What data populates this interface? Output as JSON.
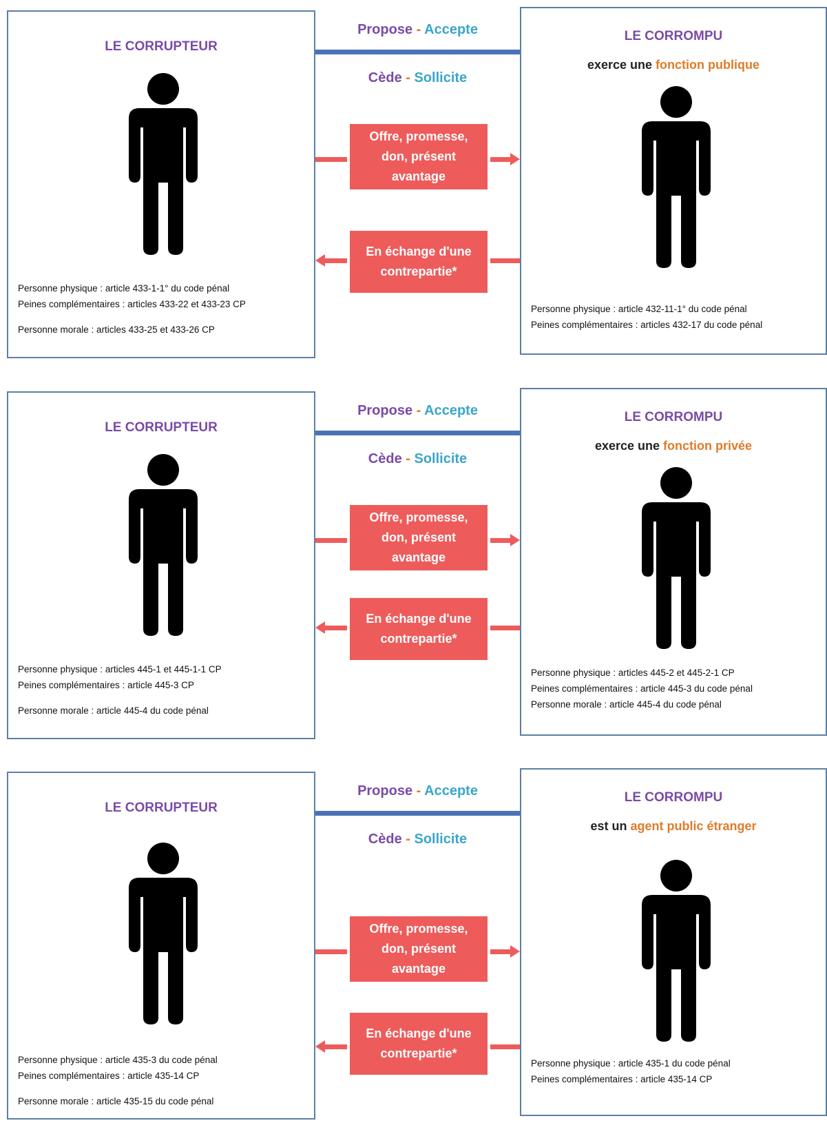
{
  "sections": [
    {
      "left": {
        "title": "LE CORRUPTEUR",
        "laws": [
          "Personne physique : article 433-1-1° du code pénal",
          "Peines complémentaires : articles 433-22 et 433-23 CP",
          "Personne morale : articles 433-25 et 433-26 CP"
        ]
      },
      "middle": {
        "line1": {
          "a": "Propose",
          "sep": " - ",
          "b": "Accepte"
        },
        "line2": {
          "a": "Cède",
          "sep": " - ",
          "b": "Sollicite"
        },
        "offer": [
          "Offre, promesse,",
          "don, présent",
          "avantage"
        ],
        "exchange": [
          "En échange d'une",
          "contrepartie*"
        ]
      },
      "right": {
        "title": "LE CORROMPU",
        "subtitle_prefix": "exerce une ",
        "subtitle_highlight": "fonction publique",
        "laws": [
          "Personne physique : article 432-11-1° du code pénal",
          "Peines complémentaires : articles 432-17 du code pénal"
        ]
      }
    },
    {
      "left": {
        "title": "LE CORRUPTEUR",
        "laws": [
          "Personne physique : articles 445-1 et 445-1-1 CP",
          "Peines complémentaires : article 445-3 CP",
          "Personne morale : article 445-4 du code pénal"
        ]
      },
      "middle": {
        "line1": {
          "a": "Propose",
          "sep": " - ",
          "b": "Accepte"
        },
        "line2": {
          "a": "Cède",
          "sep": " - ",
          "b": "Sollicite"
        },
        "offer": [
          "Offre, promesse,",
          "don, présent",
          "avantage"
        ],
        "exchange": [
          "En échange d'une",
          "contrepartie*"
        ]
      },
      "right": {
        "title": "LE CORROMPU",
        "subtitle_prefix": "exerce une ",
        "subtitle_highlight": "fonction privée",
        "laws": [
          "Personne physique : articles 445-2  et 445-2-1 CP",
          "Peines complémentaires : article 445-3 du code pénal",
          "Personne morale : article 445-4 du code pénal"
        ]
      }
    },
    {
      "left": {
        "title": "LE CORRUPTEUR",
        "laws": [
          "Personne physique : article 435-3 du code pénal",
          "Peines complémentaires : article 435-14 CP",
          "Personne morale : article 435-15 du code pénal"
        ]
      },
      "middle": {
        "line1": {
          "a": "Propose",
          "sep": " - ",
          "b": "Accepte"
        },
        "line2": {
          "a": "Cède",
          "sep": " - ",
          "b": "Sollicite"
        },
        "offer": [
          "Offre, promesse,",
          "don, présent",
          "avantage"
        ],
        "exchange": [
          "En échange d'une",
          "contrepartie*"
        ]
      },
      "right": {
        "title": "LE CORROMPU",
        "subtitle_prefix": "est un ",
        "subtitle_highlight": "agent public étranger",
        "laws": [
          "Personne physique : article 435-1 du code pénal",
          "Peines complémentaires : article 435-14 CP"
        ]
      }
    }
  ],
  "colors": {
    "title_purple": "#7a4aa6",
    "cyan": "#3aa6c8",
    "orange": "#e07b28",
    "red": "#ee5b5b",
    "blue_line": "#4a72b8",
    "box_border": "#5b7fa6"
  }
}
